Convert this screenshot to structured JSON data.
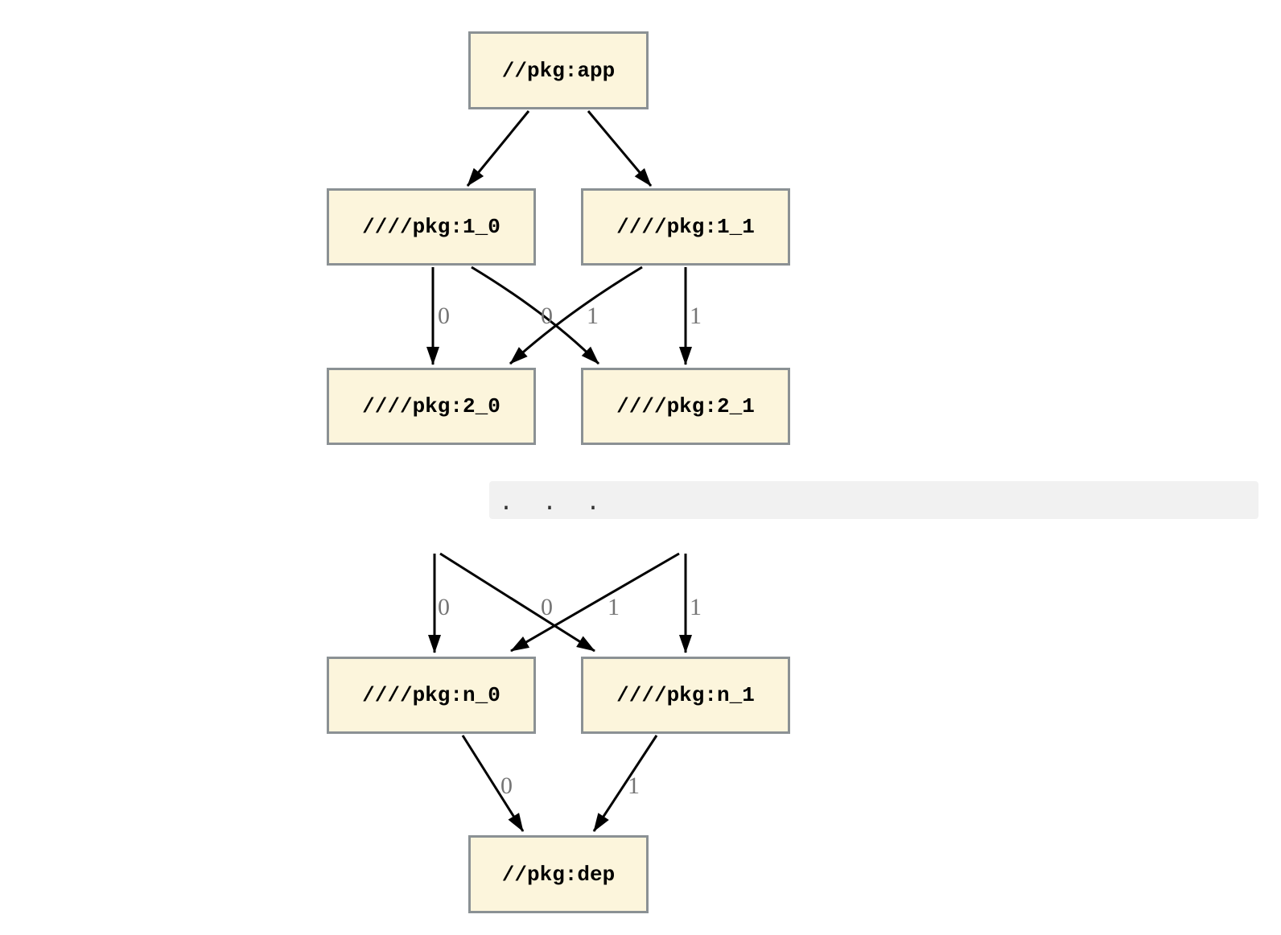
{
  "diagram": {
    "type": "dependency-graph",
    "direction": "top-down",
    "colors": {
      "node_fill": "#fcf5dc",
      "node_border": "#8b9194",
      "edge": "#000000",
      "edge_label": "#757575",
      "ellipsis_band": "#f1f1f1",
      "background": "#ffffff"
    },
    "nodes": {
      "app": {
        "label": "//pkg:app"
      },
      "v1_0": {
        "label": "////pkg:1_0"
      },
      "v1_1": {
        "label": "////pkg:1_1"
      },
      "v2_0": {
        "label": "////pkg:2_0"
      },
      "v2_1": {
        "label": "////pkg:2_1"
      },
      "vn_0": {
        "label": "////pkg:n_0"
      },
      "vn_1": {
        "label": "////pkg:n_1"
      },
      "dep": {
        "label": "//pkg:dep"
      }
    },
    "ellipsis": {
      "label": ".  .  ."
    },
    "edges": [
      {
        "from": "//pkg:app",
        "to": "////pkg:1_0",
        "label": ""
      },
      {
        "from": "//pkg:app",
        "to": "////pkg:1_1",
        "label": ""
      },
      {
        "from": "////pkg:1_0",
        "to": "////pkg:2_0",
        "label": "0"
      },
      {
        "from": "////pkg:1_0",
        "to": "////pkg:2_1",
        "label": "1"
      },
      {
        "from": "////pkg:1_1",
        "to": "////pkg:2_0",
        "label": "0"
      },
      {
        "from": "////pkg:1_1",
        "to": "////pkg:2_1",
        "label": "1"
      },
      {
        "from": "...",
        "to": "////pkg:n_0",
        "label": "0"
      },
      {
        "from": "...",
        "to": "////pkg:n_1",
        "label": "1"
      },
      {
        "from": "...",
        "to": "////pkg:n_0",
        "label": "0"
      },
      {
        "from": "...",
        "to": "////pkg:n_1",
        "label": "1"
      },
      {
        "from": "////pkg:n_0",
        "to": "//pkg:dep",
        "label": "0"
      },
      {
        "from": "////pkg:n_1",
        "to": "//pkg:dep",
        "label": "1"
      }
    ]
  }
}
